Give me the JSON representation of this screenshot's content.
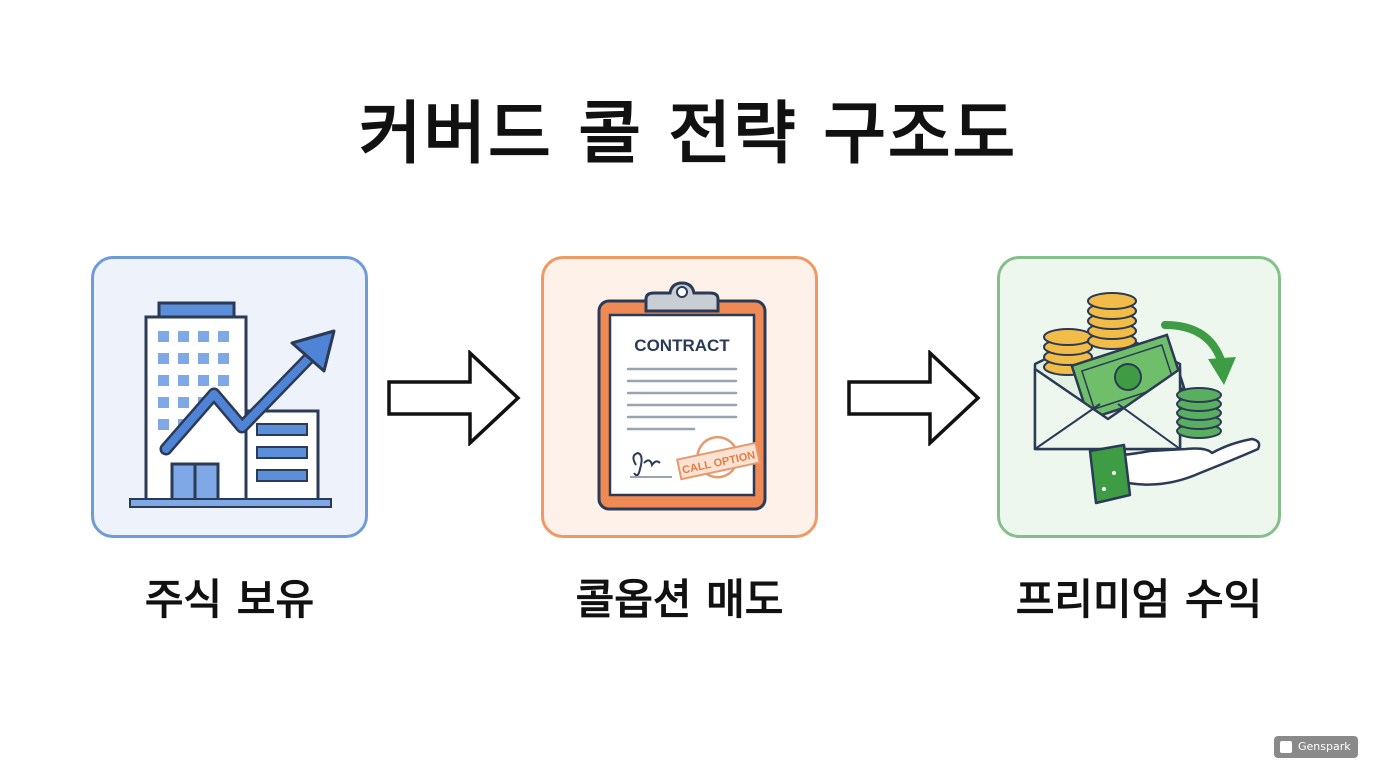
{
  "title": "커버드 콜 전략 구조도",
  "steps": [
    {
      "label": "주식 보유",
      "icon": "building-growth-chart-icon",
      "color": "#6f9bd8"
    },
    {
      "label": "콜옵션 매도",
      "icon": "contract-clipboard-icon",
      "color": "#ef9a64",
      "contract_heading": "CONTRACT",
      "stamp_text": "CALL OPTION"
    },
    {
      "label": "프리미엄 수익",
      "icon": "coins-envelope-hand-icon",
      "color": "#85c08a"
    }
  ],
  "watermark": "Genspark"
}
